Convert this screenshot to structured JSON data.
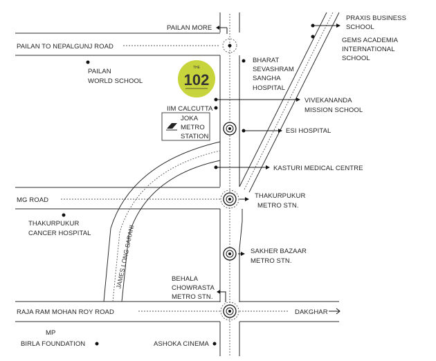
{
  "logo": {
    "text_small": "THE",
    "text_big": "102",
    "color": "#c8d43c"
  },
  "roads": {
    "pailan_more": "PAILAN MORE",
    "pailan_nepalgunj": "PAILAN TO NEPALGUNJ ROAD",
    "mg_road": "MG ROAD",
    "raja_ram": "RAJA RAM MOHAN ROY ROAD",
    "james_long": "JAMES LONG SARANI",
    "dakghar": "DAKGHAR"
  },
  "landmarks": {
    "pailan_school": [
      "PAILAN",
      "WORLD SCHOOL"
    ],
    "iim": "IIM CALCUTTA",
    "joka": [
      "JOKA",
      "METRO",
      "STATION"
    ],
    "bharat": [
      "BHARAT",
      "SEVASHRAM",
      "SANGHA",
      "HOSPITAL"
    ],
    "praxis": [
      "PRAXIS BUSINESS",
      "SCHOOL"
    ],
    "gems": [
      "GEMS ACADEMIA",
      "INTERNATIONAL",
      "SCHOOL"
    ],
    "vivekananda": [
      "VIVEKANANDA",
      "MISSION SCHOOL"
    ],
    "esi": "ESI HOSPITAL",
    "kasturi": "KASTURI MEDICAL CENTRE",
    "thakurpukur_metro": [
      "THAKURPUKUR",
      "METRO STN."
    ],
    "thakurpukur_cancer": [
      "THAKURPUKUR",
      "CANCER HOSPITAL"
    ],
    "sakher": [
      "SAKHER BAZAAR",
      "METRO STN."
    ],
    "behala": [
      "BEHALA",
      "CHOWRASTA",
      "METRO STN."
    ],
    "mp_birla": [
      "MP",
      "BIRLA FOUNDATION"
    ],
    "ashoka": "ASHOKA CINEMA"
  }
}
